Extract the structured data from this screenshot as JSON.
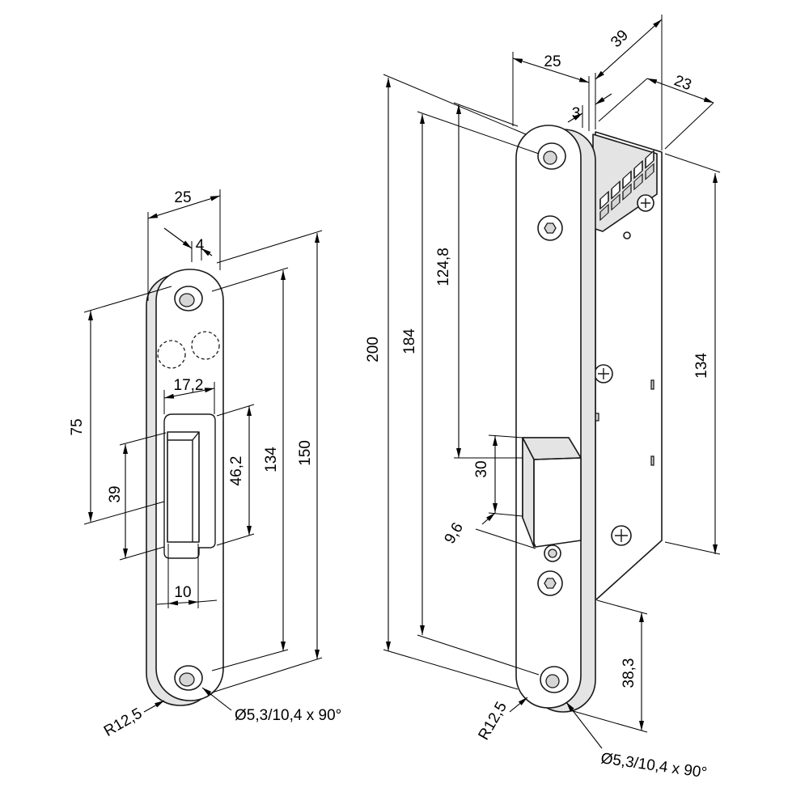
{
  "strike_plate": {
    "width": "25",
    "edge_offset": "4",
    "opening_width": "17,2",
    "hole_to_opening": "75",
    "opening_height": "39",
    "recess_height": "46,2",
    "hole_spacing": "134",
    "length": "150",
    "slot_width": "10",
    "corner_radius": "R12,5",
    "hole_spec": "Ø5,3/10,4 x 90°"
  },
  "mortise_lock": {
    "faceplate_width": "25",
    "overall_depth": "39",
    "faceplate_thickness": "3",
    "case_depth": "23",
    "faceplate_length": "200",
    "hole_spacing": "184",
    "top_to_latch": "124,8",
    "case_height": "134",
    "latch_height": "30",
    "latch_offset": "9,6",
    "case_bottom_offset": "38,3",
    "corner_radius": "R12,5",
    "hole_spec": "Ø5,3/10,4 x 90°"
  }
}
